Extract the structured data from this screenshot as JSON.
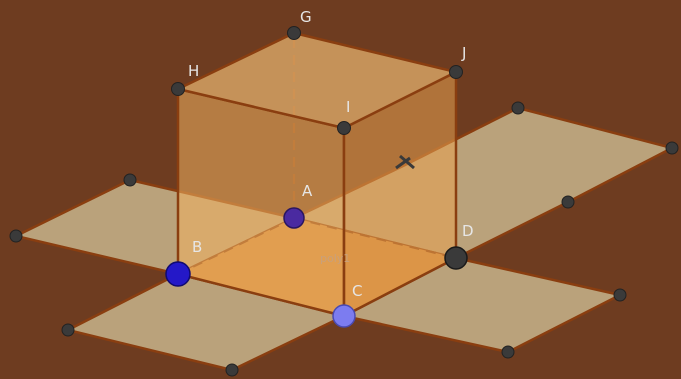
{
  "colors": {
    "background": "#6e3c20",
    "net_face": "#c8b48c",
    "cube_face": "#f0b060",
    "edge": "#8a3e10",
    "vertex_dark": "#3a3a3a",
    "vertex_blue": "#2418c8",
    "vertex_light_blue": "#7c7cf0"
  },
  "labels": {
    "g": "G",
    "h": "H",
    "j": "J",
    "i": "I",
    "a": "A",
    "b": "B",
    "c": "C",
    "d": "D",
    "poly": "poly1"
  }
}
